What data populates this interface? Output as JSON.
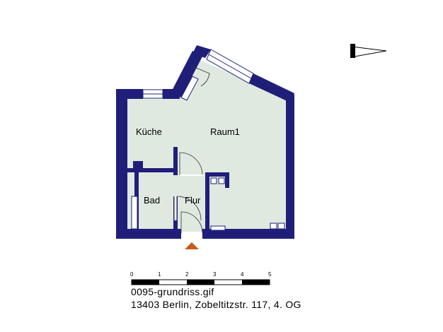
{
  "rooms": {
    "kitchen": "Küche",
    "main": "Raum1",
    "bath": "Bad",
    "hall": "Flur"
  },
  "scale": {
    "ticks": [
      "0",
      "1",
      "2",
      "3",
      "4",
      "5"
    ]
  },
  "caption": {
    "filename": "0095-grundriss.gif",
    "address": "13403 Berlin, Zobeltitzstr. 117, 4. OG"
  },
  "colors": {
    "wall": "#1f1f7a",
    "floor": "#dfe9df",
    "entrance": "#c65a1e"
  },
  "icons": {
    "north": "north-arrow-icon",
    "entrance": "entrance-marker-icon"
  }
}
